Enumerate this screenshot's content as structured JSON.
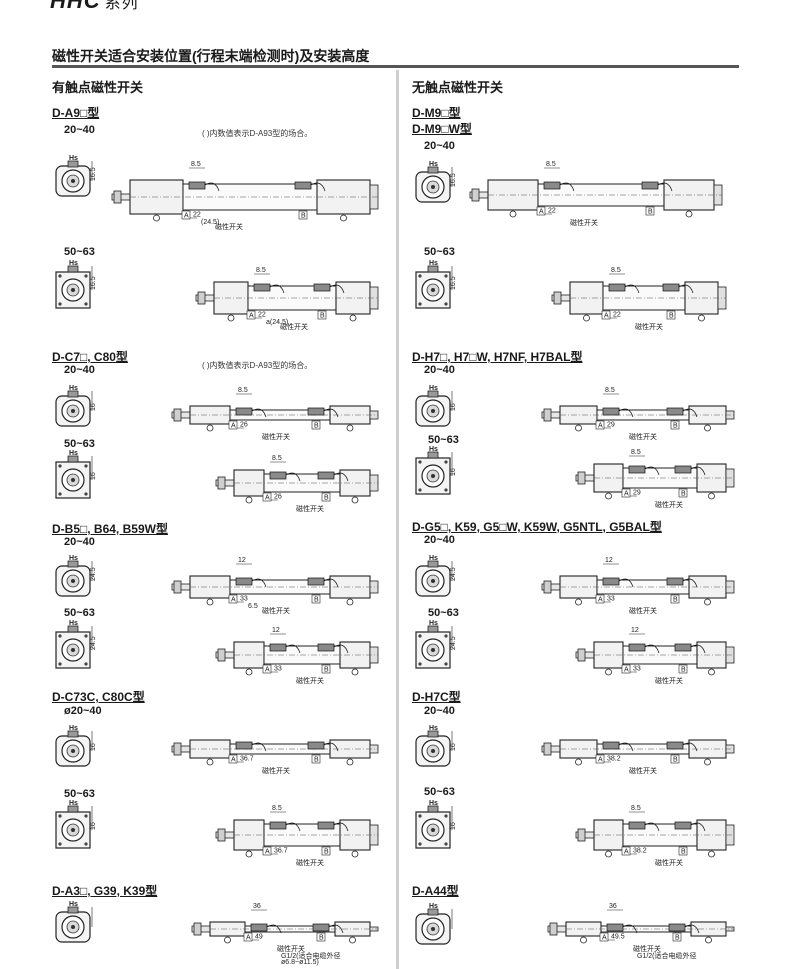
{
  "header": {
    "series_code": "HHC",
    "series_suffix": "系列",
    "section_title": "磁性开关适合安装位置(行程末端检测时)及安装高度"
  },
  "columns": {
    "left_title": "有触点磁性开关",
    "right_title": "无触点磁性开关"
  },
  "common": {
    "switch_label": "磁性开关",
    "bore_small": "20~40",
    "bore_large": "50~63",
    "note_a93": "( )内数值表示D-A93型的场合。",
    "hs": "Hs",
    "a": "A",
    "b": "B"
  },
  "left": [
    {
      "model": "D-A9□型",
      "bore_small": "20~40",
      "note": "( )内数值表示D-A93型的场合。",
      "small": {
        "dim_a": "22",
        "dim_b": "(24.5)",
        "dim_top": "8.5",
        "hs": "16.5"
      },
      "large": {
        "dim_a": "22",
        "dim_b": "a(24.5)",
        "dim_top": "8.5",
        "hs": "16.5"
      }
    },
    {
      "model": "D-C7□, C80型",
      "bore_small": "20~40",
      "note": "( )内数值表示D-A93型的场合。",
      "small": {
        "dim_a": "26",
        "dim_top": "8.5",
        "hs": "16"
      },
      "large": {
        "dim_a": "26",
        "dim_top": "8.5",
        "hs": "16"
      }
    },
    {
      "model": "D-B5□, B64, B59W型",
      "bore_small": "20~40",
      "small": {
        "dim_a": "33",
        "dim_b": "6.5",
        "dim_top": "12",
        "hs": "24.5"
      },
      "large": {
        "dim_a": "33",
        "dim_top": "12",
        "hs": "24.5"
      }
    },
    {
      "model": "D-C73C, C80C型",
      "bore_small": "ø20~40",
      "small": {
        "dim_a": "36.7",
        "hs": "16"
      },
      "large": {
        "dim_a": "36.7",
        "dim_top": "8.5",
        "hs": "16"
      }
    },
    {
      "model": "D-A3□, G39, K39型",
      "small": {
        "dim_a": "49",
        "dim_top": "36",
        "cable": "G1/2(适合电缆外径",
        "cable2": "ø6.8~ø11.5)"
      }
    }
  ],
  "right": [
    {
      "model": "D-M9□型",
      "model2": "D-M9□W型",
      "bore_small": "20~40",
      "small": {
        "dim_a": "22",
        "dim_top": "8.5",
        "hs": "16.5"
      },
      "large": {
        "dim_a": "22",
        "dim_top": "8.5",
        "hs": "16.5"
      }
    },
    {
      "model": "D-H7□, H7□W, H7NF, H7BAL型",
      "bore_small": "20~40",
      "small": {
        "dim_a": "29",
        "dim_top": "8.5",
        "hs": "16"
      },
      "large": {
        "dim_a": "29",
        "dim_top": "8.5",
        "hs": "16"
      }
    },
    {
      "model": "D-G5□, K59, G5□W, K59W, G5NTL, G5BAL型",
      "bore_small": "20~40",
      "small": {
        "dim_a": "33",
        "dim_top": "12",
        "hs": "24.5"
      },
      "large": {
        "dim_a": "33",
        "dim_top": "12",
        "hs": "24.5"
      }
    },
    {
      "model": "D-H7C型",
      "bore_small": "20~40",
      "small": {
        "dim_a": "38.2",
        "hs": "16"
      },
      "large": {
        "dim_a": "38.2",
        "dim_top": "8.5",
        "hs": "16"
      }
    },
    {
      "model": "D-A44型",
      "small": {
        "dim_a": "49.5",
        "dim_top": "36",
        "cable": "G1/2(适合电缆外径"
      }
    }
  ]
}
